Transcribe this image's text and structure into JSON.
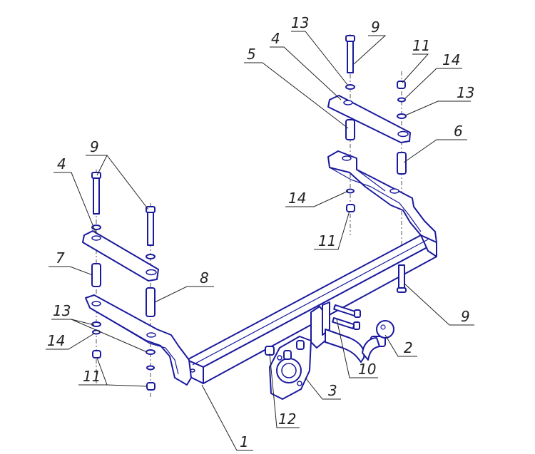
{
  "callouts": [
    {
      "id": "c1",
      "label": "1"
    },
    {
      "id": "c2",
      "label": "2"
    },
    {
      "id": "c3",
      "label": "3"
    },
    {
      "id": "c4a",
      "label": "4"
    },
    {
      "id": "c4b",
      "label": "4"
    },
    {
      "id": "c5",
      "label": "5"
    },
    {
      "id": "c6",
      "label": "6"
    },
    {
      "id": "c7",
      "label": "7"
    },
    {
      "id": "c8",
      "label": "8"
    },
    {
      "id": "c9a",
      "label": "9"
    },
    {
      "id": "c9b",
      "label": "9"
    },
    {
      "id": "c9c",
      "label": "9"
    },
    {
      "id": "c10",
      "label": "10"
    },
    {
      "id": "c11a",
      "label": "11"
    },
    {
      "id": "c11b",
      "label": "11"
    },
    {
      "id": "c11c",
      "label": "11"
    },
    {
      "id": "c12",
      "label": "12"
    },
    {
      "id": "c13a",
      "label": "13"
    },
    {
      "id": "c13b",
      "label": "13"
    },
    {
      "id": "c13c",
      "label": "13"
    },
    {
      "id": "c14a",
      "label": "14"
    },
    {
      "id": "c14b",
      "label": "14"
    },
    {
      "id": "c14c",
      "label": "14"
    }
  ],
  "colors": {
    "line": "#1a1a9e",
    "leader": "#222222",
    "background": "#ffffff"
  }
}
